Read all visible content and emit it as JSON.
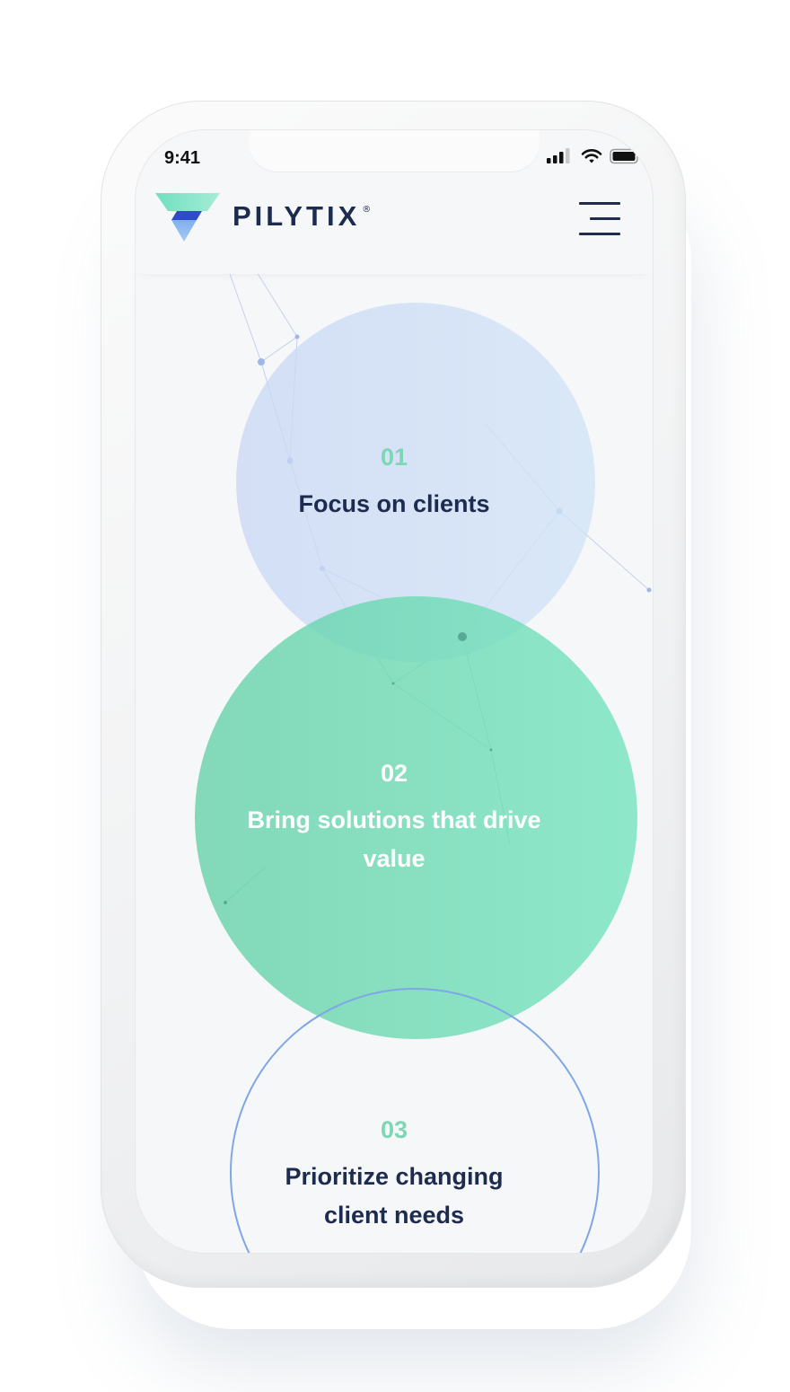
{
  "status_bar": {
    "time": "9:41",
    "icons": [
      "signal-icon",
      "wifi-icon",
      "battery-icon"
    ]
  },
  "header": {
    "brand": "PILYTIX",
    "registered_mark": "®",
    "menu_icon": "hamburger-menu-icon"
  },
  "colors": {
    "brand_navy": "#1d2b4f",
    "accent_green": "#62d0a8",
    "number_green": "#7dd6b4",
    "accent_blue": "#7fa7e6",
    "soft_blue": "#c8d7f5"
  },
  "items": [
    {
      "number": "01",
      "title": "Focus on clients"
    },
    {
      "number": "02",
      "title": "Bring solutions that drive value"
    },
    {
      "number": "03",
      "title": "Prioritize changing client needs"
    }
  ]
}
